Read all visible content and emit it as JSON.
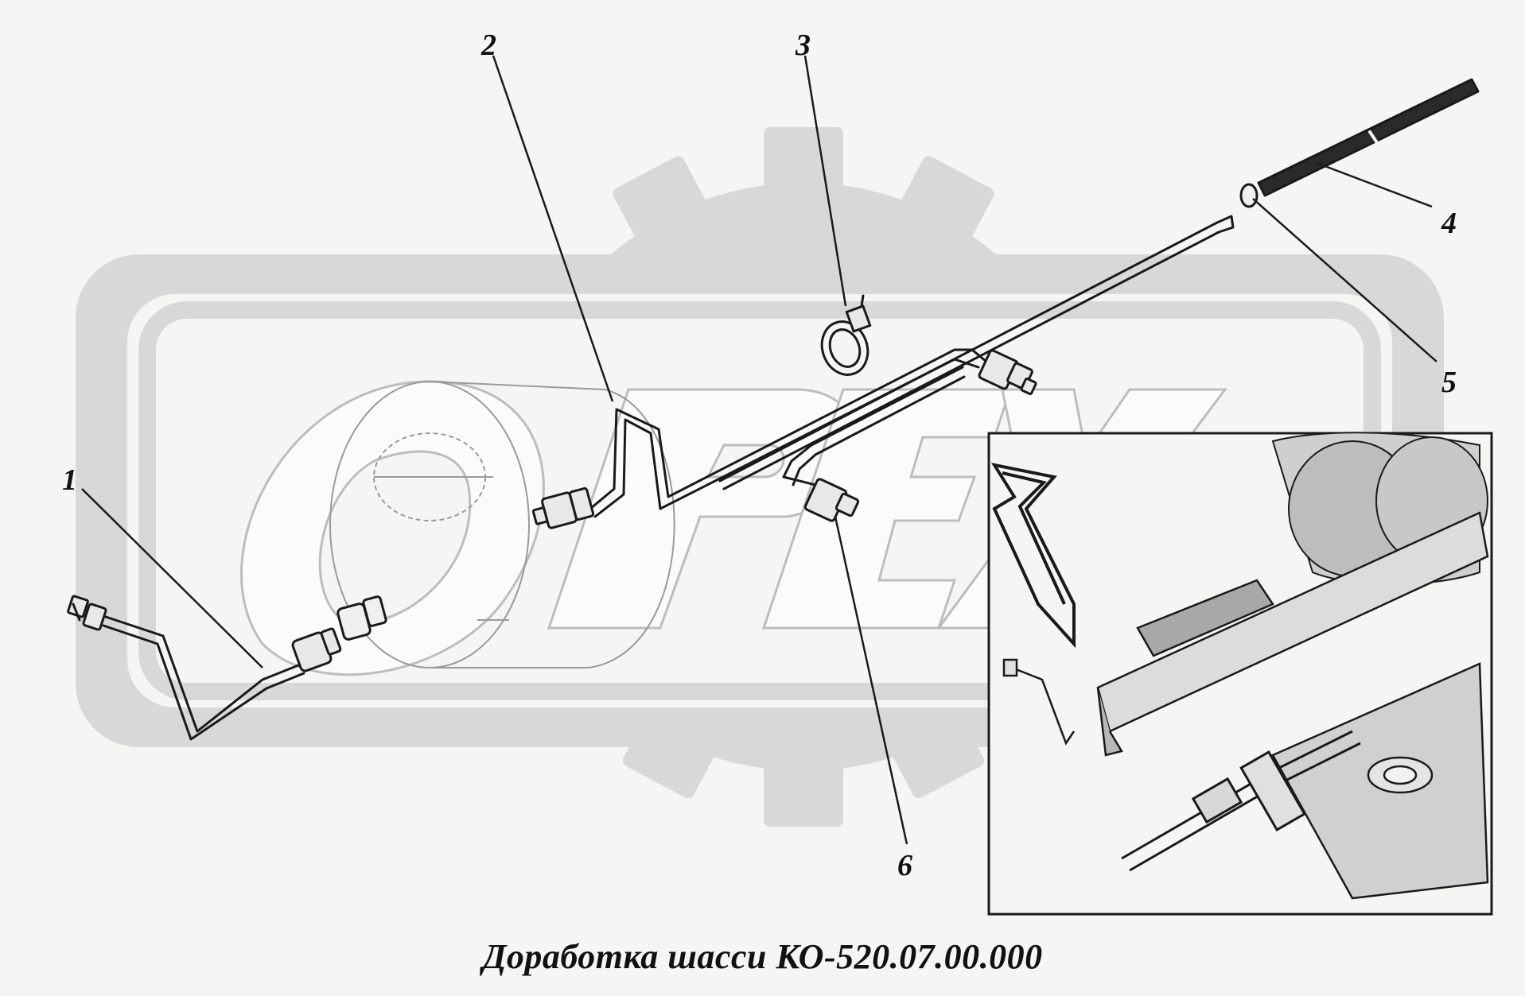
{
  "callouts": {
    "c1": "1",
    "c2": "2",
    "c3": "3",
    "c4": "4",
    "c5": "5",
    "c6": "6"
  },
  "caption": "Доработка шасси КО-520.07.00.000",
  "watermark": "ОРЕХ",
  "colors": {
    "line": "#1a1a1a",
    "watermark": "#d8d8d8",
    "watermark_outline": "#c6c6c6",
    "background": "#f5f5f3"
  }
}
